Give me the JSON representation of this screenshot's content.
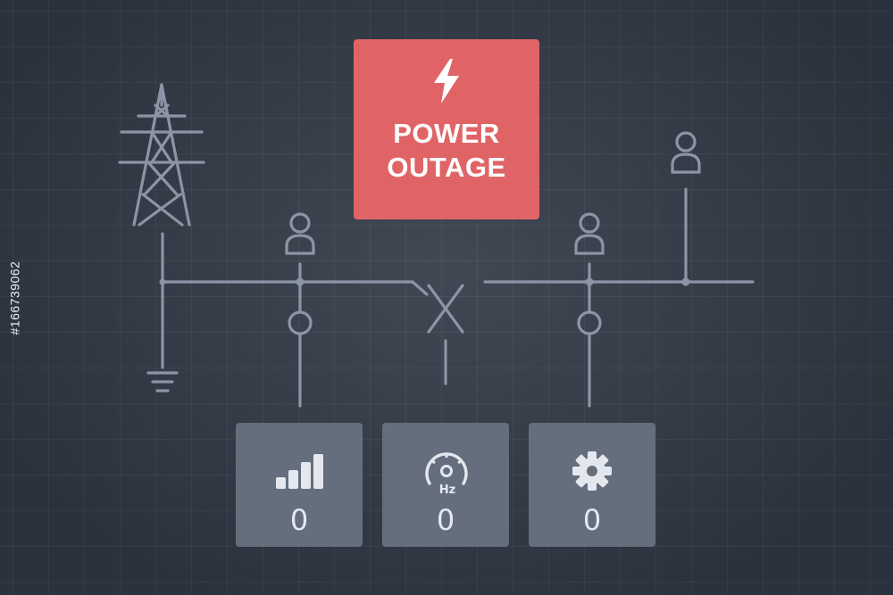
{
  "alert": {
    "line1": "POWER",
    "line2": "OUTAGE",
    "icon": "lightning-bolt-icon",
    "color": "#e06466"
  },
  "meters": [
    {
      "icon": "signal-bars-icon",
      "value": "0"
    },
    {
      "icon": "frequency-gauge-icon",
      "unit": "Hz",
      "value": "0"
    },
    {
      "icon": "gear-icon",
      "value": "0"
    }
  ],
  "watermark": "#166739062",
  "colors": {
    "background": "#353d4a",
    "line": "#8c95a6",
    "meter_panel": "#646e7d"
  }
}
